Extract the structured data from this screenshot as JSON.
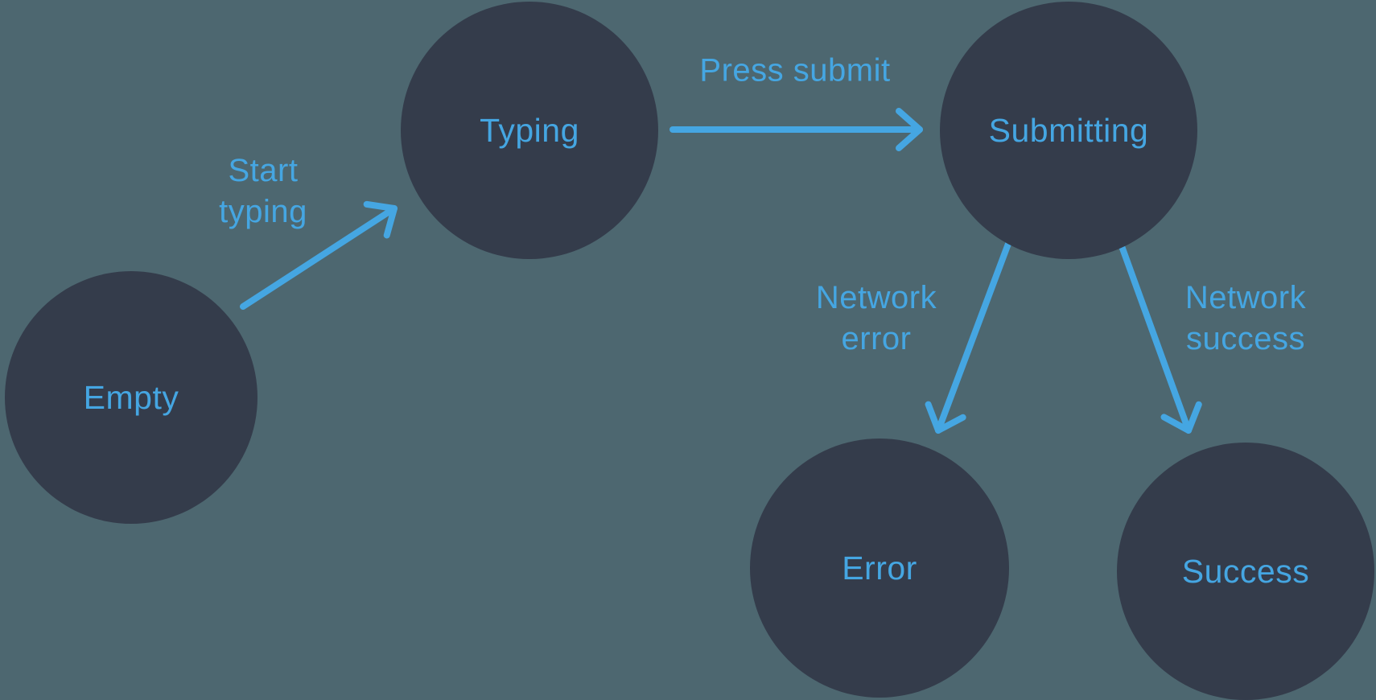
{
  "diagram": {
    "type": "state-diagram",
    "colors": {
      "background": "#4d6770",
      "node_fill": "#343c4b",
      "accent_blue": "#45a6e2"
    },
    "nodes": [
      {
        "id": "empty",
        "label": "Empty"
      },
      {
        "id": "typing",
        "label": "Typing"
      },
      {
        "id": "submitting",
        "label": "Submitting"
      },
      {
        "id": "error",
        "label": "Error"
      },
      {
        "id": "success",
        "label": "Success"
      }
    ],
    "edges": [
      {
        "from": "empty",
        "to": "typing",
        "label": "Start\ntyping"
      },
      {
        "from": "typing",
        "to": "submitting",
        "label": "Press submit"
      },
      {
        "from": "submitting",
        "to": "error",
        "label": "Network\nerror"
      },
      {
        "from": "submitting",
        "to": "success",
        "label": "Network\nsuccess"
      }
    ]
  }
}
